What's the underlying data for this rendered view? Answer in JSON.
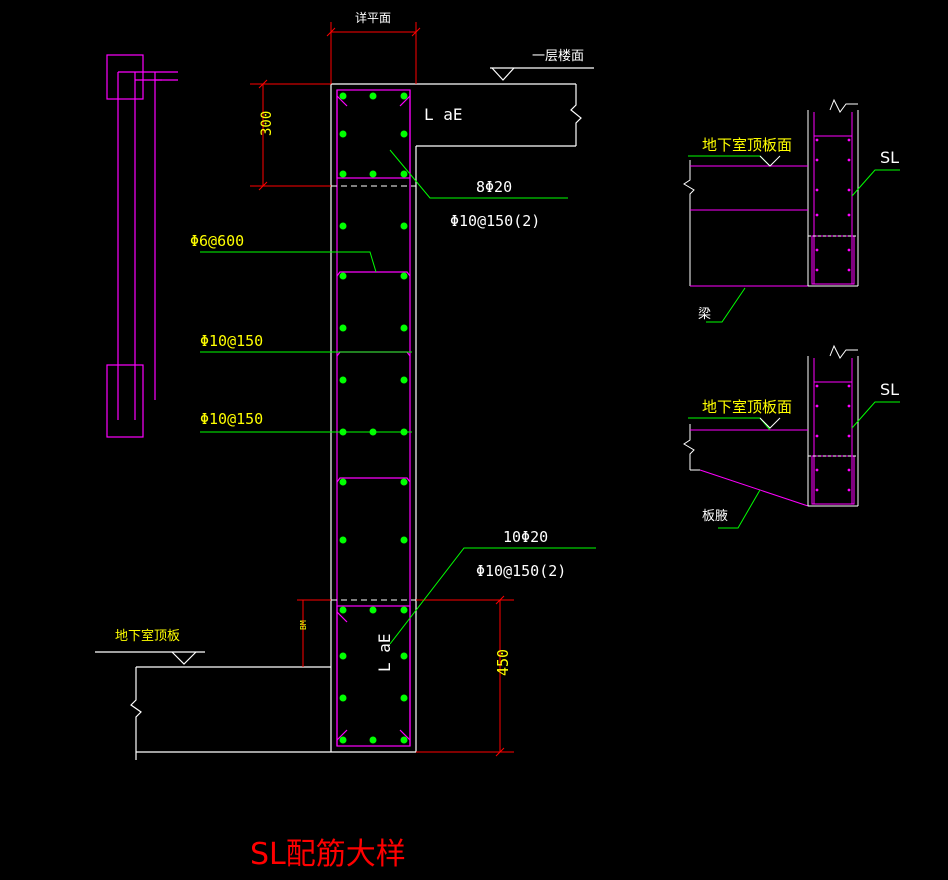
{
  "drawing": {
    "title": "SL配筋大样",
    "colors": {
      "background": "#000000",
      "concrete": "#ffffff",
      "rebar": "#ff00ff",
      "bar_dot": "#00ff00",
      "leader": "#00ff00",
      "dimension": "#ff0000",
      "text_yellow": "#ffff00",
      "title_red": "#ff0000"
    }
  },
  "labels": {
    "top_dim": "详平面",
    "floor1": "一层楼面",
    "dim_300": "300",
    "lae_top": "L aE",
    "top_bars": "8Φ20",
    "top_stirrup": "Φ10@150(2)",
    "tie": "Φ6@600",
    "side1": "Φ10@150",
    "side2": "Φ10@150",
    "bottom_bars": "10Φ20",
    "bottom_stirrup": "Φ10@150(2)",
    "lae_bottom": "L aE",
    "dim_450": "450",
    "dim_small": "BM",
    "basement_roof": "地下室顶板",
    "detail1_roof": "地下室顶板面",
    "detail1_sl": "SL",
    "detail1_beam": "梁",
    "detail2_roof": "地下室顶板面",
    "detail2_sl": "SL",
    "detail2_slab": "板腋"
  }
}
